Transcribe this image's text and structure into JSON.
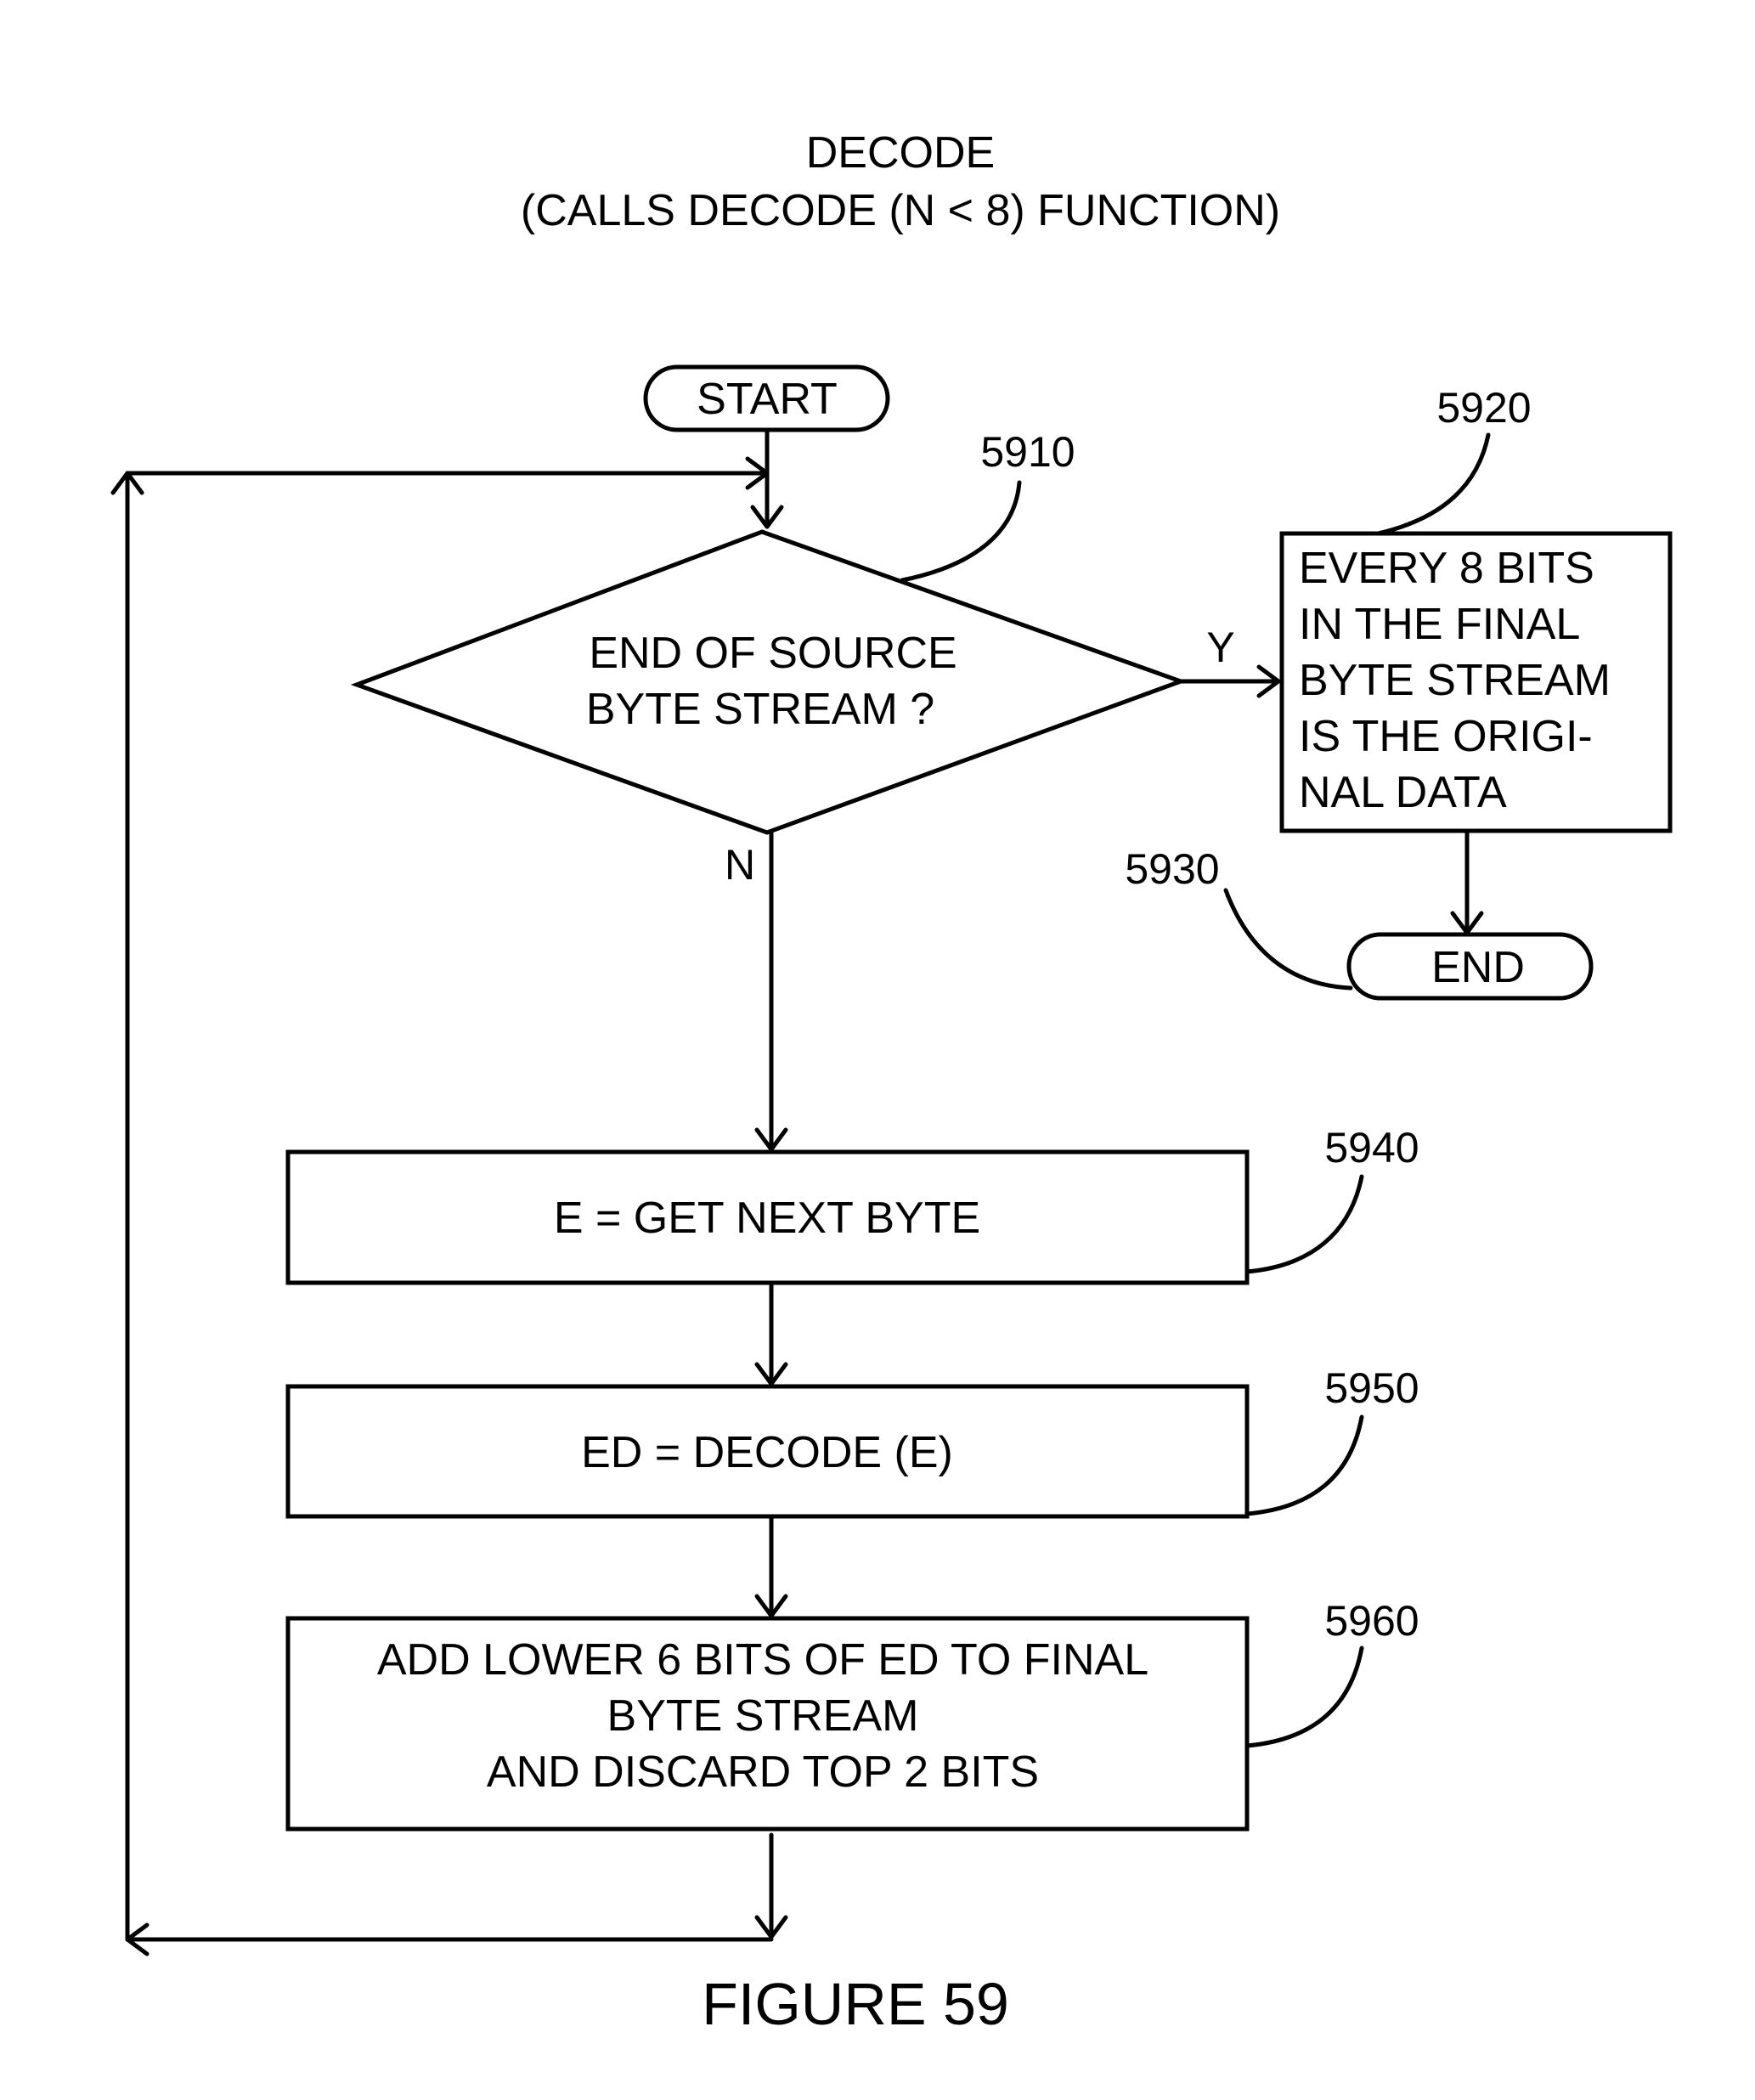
{
  "title": {
    "line1": "DECODE",
    "line2": "(CALLS  DECODE (N < 8)  FUNCTION)"
  },
  "nodes": {
    "start": {
      "label": "START"
    },
    "decision": {
      "ref": "5910",
      "line1": "END  OF  SOURCE",
      "line2": "BYTE STREAM ?"
    },
    "output_box": {
      "ref": "5920",
      "lines": [
        "EVERY 8 BITS",
        "IN THE FINAL",
        "BYTE STREAM",
        "IS THE ORIGI-",
        "NAL DATA"
      ]
    },
    "end": {
      "ref": "5930",
      "label": "END"
    },
    "get_byte": {
      "ref": "5940",
      "label": "E = GET  NEXT  BYTE"
    },
    "decode": {
      "ref": "5950",
      "label": "ED = DECODE (E)"
    },
    "add_bits": {
      "ref": "5960",
      "lines": [
        "ADD LOWER 6 BITS OF ED TO FINAL",
        "BYTE STREAM",
        "AND DISCARD TOP 2 BITS"
      ]
    }
  },
  "edges": {
    "yes_label": "Y",
    "no_label": "N"
  },
  "figure_label": "FIGURE 59"
}
